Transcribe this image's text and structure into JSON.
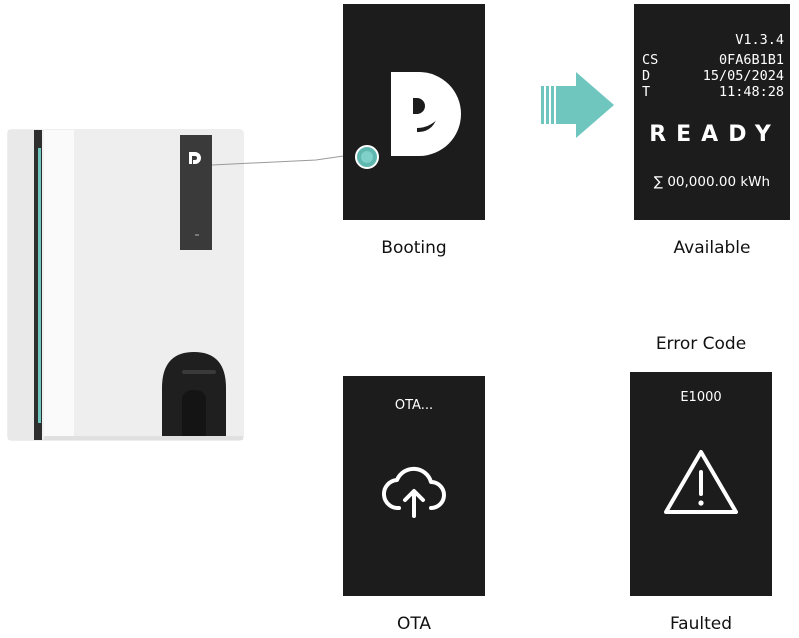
{
  "booting": {
    "caption": "Booting"
  },
  "available": {
    "caption": "Available",
    "version": "V1.3.4",
    "rows": [
      {
        "label": "CS",
        "value": "0FA6B1B1"
      },
      {
        "label": "D",
        "value": "15/05/2024"
      },
      {
        "label": "T",
        "value": "11:48:28"
      }
    ],
    "status": "READY",
    "energy_symbol": "∑",
    "energy": "00,000.00 kWh"
  },
  "faulted": {
    "header": "Error Code",
    "code": "E1000",
    "caption": "Faulted"
  },
  "ota": {
    "title": "OTA...",
    "caption": "OTA"
  },
  "colors": {
    "accent": "#5fb8b0",
    "screen_bg": "#1c1c1c",
    "charger_body": "#f1f1f1",
    "charger_panel": "#3a3a3a"
  },
  "icons": [
    "brand-logo-icon",
    "led-indicator-icon",
    "arrow-right-icon",
    "cloud-upload-icon",
    "warning-triangle-icon"
  ]
}
